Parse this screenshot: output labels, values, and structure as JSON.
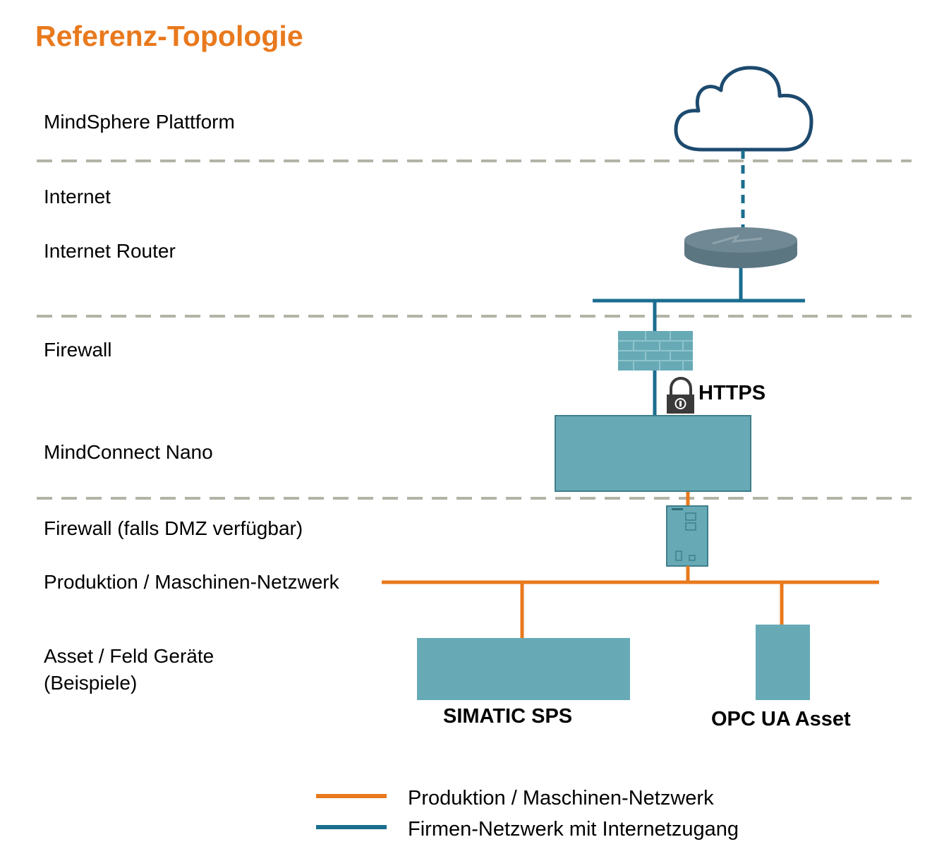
{
  "title": "Referenz-Topologie",
  "layers": {
    "mindsphere": "MindSphere Plattform",
    "internet": "Internet",
    "router": "Internet Router",
    "firewall": "Firewall",
    "mindconnect": "MindConnect Nano",
    "firewall_dmz": "Firewall (falls DMZ verfügbar)",
    "production": "Produktion / Maschinen-Netzwerk",
    "assets_line1": "Asset / Feld Geräte",
    "assets_line2": "(Beispiele)"
  },
  "devices": {
    "https_label": "HTTPS",
    "simatic_label": "SIMATIC SPS",
    "opc_label": "OPC UA Asset"
  },
  "legend": {
    "production_network": "Produktion / Maschinen-Netzwerk",
    "company_network": "Firmen-Netzwerk mit Internetzugang"
  },
  "colors": {
    "title": "#e8791d",
    "production_line": "#e8791d",
    "company_line": "#1b6e8f",
    "cloud_outline": "#1d4a6e",
    "device_fill": "#67aab6",
    "separator": "#b3b3a6"
  },
  "icons": {
    "cloud": "cloud-icon",
    "router": "router-icon",
    "firewall": "brick-wall-icon",
    "lock": "padlock-icon"
  }
}
